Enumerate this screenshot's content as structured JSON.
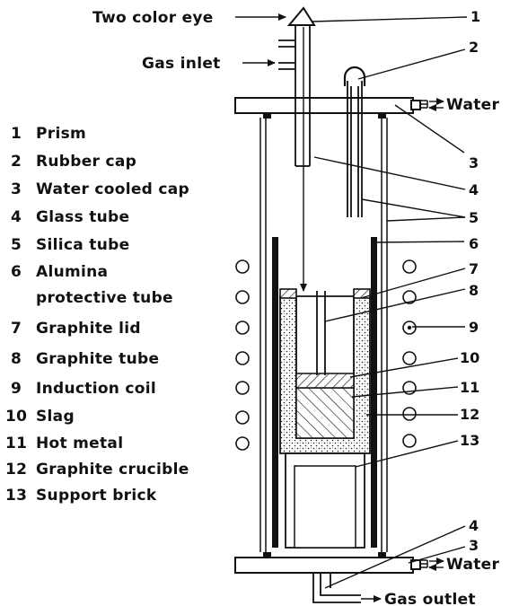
{
  "labels": {
    "two_color_eye": "Two color eye",
    "gas_inlet": "Gas inlet",
    "water": "Water",
    "gas_outlet": "Gas outlet"
  },
  "callouts": [
    "1",
    "2",
    "3",
    "4",
    "5",
    "6",
    "7",
    "8",
    "9",
    "10",
    "11",
    "12",
    "13",
    "4",
    "3"
  ],
  "legend": [
    {
      "num": "1",
      "text": "Prism"
    },
    {
      "num": "2",
      "text": "Rubber cap"
    },
    {
      "num": "3",
      "text": "Water cooled cap"
    },
    {
      "num": "4",
      "text": "Glass tube"
    },
    {
      "num": "5",
      "text": "Silica tube"
    },
    {
      "num": "6",
      "text": "Alumina"
    },
    {
      "num": "",
      "text": "protective tube"
    },
    {
      "num": "7",
      "text": "Graphite lid"
    },
    {
      "num": "8",
      "text": "Graphite tube"
    },
    {
      "num": "9",
      "text": "Induction coil"
    },
    {
      "num": "10",
      "text": "Slag"
    },
    {
      "num": "11",
      "text": "Hot metal"
    },
    {
      "num": "12",
      "text": "Graphite crucible"
    },
    {
      "num": "13",
      "text": "Support brick"
    }
  ],
  "colors": {
    "ink": "#111111",
    "background": "#ffffff"
  }
}
